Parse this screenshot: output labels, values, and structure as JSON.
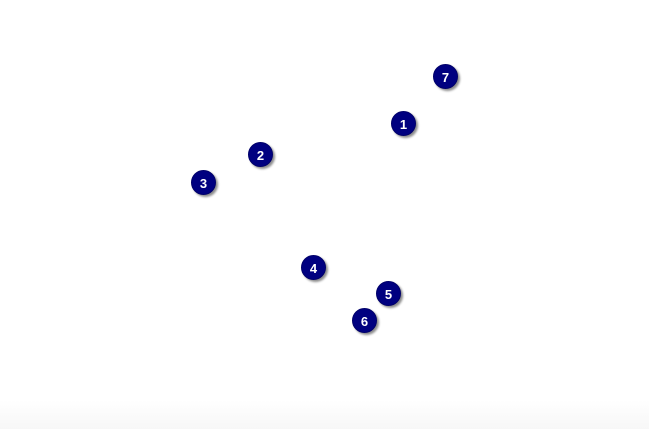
{
  "markers": [
    {
      "label": "1"
    },
    {
      "label": "2"
    },
    {
      "label": "3"
    },
    {
      "label": "4"
    },
    {
      "label": "5"
    },
    {
      "label": "6"
    },
    {
      "label": "7"
    }
  ],
  "colors": {
    "marker_fill": "#000080",
    "marker_text": "#ffffff",
    "background": "#ffffff"
  }
}
